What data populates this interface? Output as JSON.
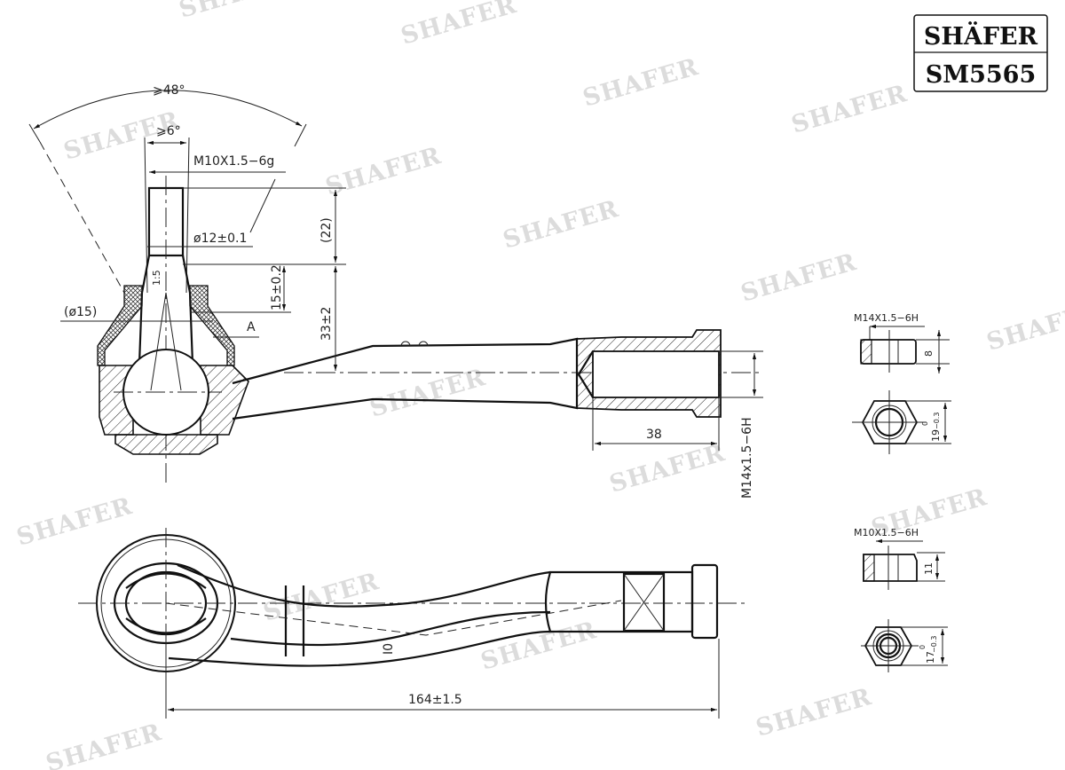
{
  "title_block": {
    "brand": "SHÄFER",
    "part_number": "SM5565"
  },
  "watermark": {
    "text": "SHAFER",
    "color": "#dcdcdc"
  },
  "side_view": {
    "angle_total": "⩾48°",
    "angle_min": "⩾6°",
    "stud_thread": "M10X1.5−6g",
    "stud_diameter": "ø12±0.1",
    "taper_ratio": "1:5",
    "boot_diameter": "(ø15)",
    "detail_label": "A",
    "thread_length_ref": "(22)",
    "taper_height": "15±0.2",
    "stud_height": "33±2",
    "inner_thread_depth": "38",
    "inner_thread": "M14x1.5−6H"
  },
  "top_view": {
    "overall_length": "164±1.5",
    "marking": "I0"
  },
  "jam_nut": {
    "thread": "M14X1.5−6H",
    "height": "8",
    "width_across_flats": "19",
    "tolerance_upper": "0",
    "tolerance_lower": "−0.3"
  },
  "lock_nut": {
    "thread": "M10X1.5−6H",
    "height": "11",
    "width_across_flats": "17",
    "tolerance_upper": "0",
    "tolerance_lower": "−0.3"
  },
  "colors": {
    "line": "#111111",
    "background": "#ffffff",
    "watermark": "#dcdcdc"
  }
}
